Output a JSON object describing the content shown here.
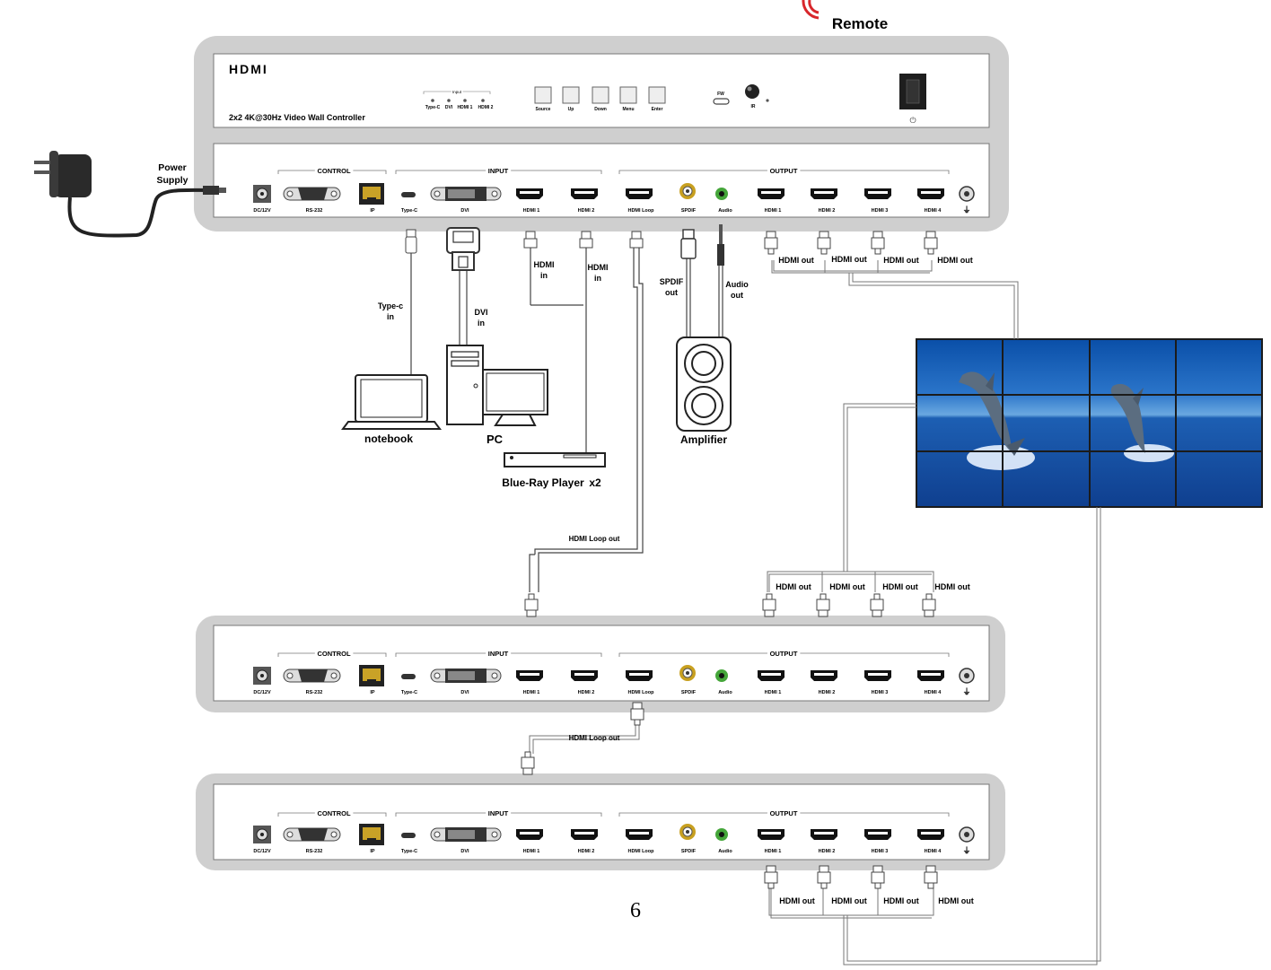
{
  "remote": {
    "label": "Remote"
  },
  "front_panel": {
    "logo": "HDMI",
    "model": "2x2 4K@30Hz Video Wall Controller",
    "input_group": "Input",
    "input_leds": [
      "Type-C",
      "DVI",
      "HDMI 1",
      "HDMI 2"
    ],
    "buttons": [
      "Source",
      "Up",
      "Down",
      "Menu",
      "Enter"
    ],
    "fw_label": "FW",
    "ir_label": "IR",
    "power_symbol": "⏻"
  },
  "rear_panel": {
    "control_group": "CONTROL",
    "input_group": "INPUT",
    "output_group": "OUTPUT",
    "ports": {
      "dc": "DC/12V",
      "rs232": "RS-232",
      "ip": "IP",
      "typec": "Type-C",
      "dvi": "DVI",
      "hdmi1_in": "HDMI 1",
      "hdmi2_in": "HDMI 2",
      "loop": "HDMI Loop",
      "spdif": "SPDIF",
      "audio": "Audio",
      "out1": "HDMI 1",
      "out2": "HDMI 2",
      "out3": "HDMI 3",
      "out4": "HDMI 4",
      "ground": "⏚"
    }
  },
  "power": {
    "line1": "Power",
    "line2": "Supply"
  },
  "cable_labels": {
    "typec_in": [
      "Type-c",
      "in"
    ],
    "dvi_in": [
      "DVI",
      "in"
    ],
    "hdmi_in_1": [
      "HDMI",
      "in"
    ],
    "hdmi_in_2": [
      "HDMI",
      "in"
    ],
    "spdif_out": [
      "SPDIF",
      "out"
    ],
    "audio_out": [
      "Audio",
      "out"
    ],
    "hdmi_out": "HDMI out",
    "hdmi_loop_out": "HDMI Loop out"
  },
  "devices": {
    "notebook": "notebook",
    "pc": "PC",
    "bluray": "Blue-Ray Player",
    "bluray_qty": "x2",
    "amplifier": "Amplifier"
  },
  "page_number": "6"
}
